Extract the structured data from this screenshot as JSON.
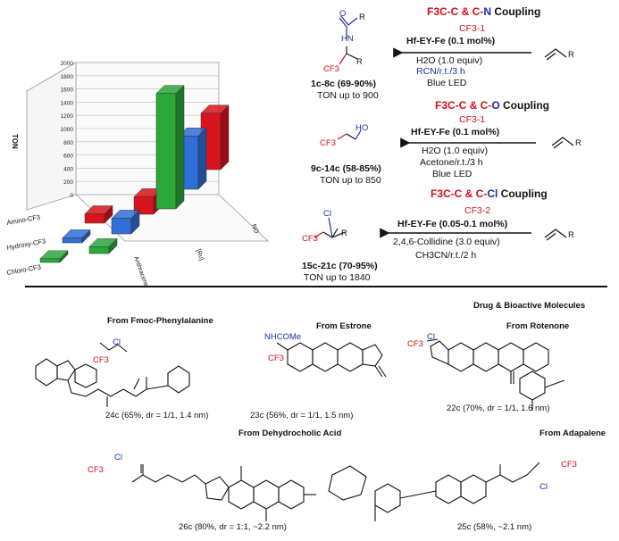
{
  "chart_data": {
    "type": "bar",
    "title": "",
    "ylabel": "TON",
    "ylim": [
      0,
      2000
    ],
    "y_ticks": [
      "0",
      "200",
      "400",
      "600",
      "800",
      "1000",
      "1200",
      "1400",
      "1600",
      "1800",
      "2000"
    ],
    "x_categories": [
      "Anthracene",
      "[Ru]",
      "NO"
    ],
    "rows": [
      "Amino-CF3",
      "Hydroxy-CF3",
      "Chloro-CF3"
    ],
    "series": [
      {
        "name": "Amino-CF3",
        "color": "#d9141c",
        "values": [
          150,
          280,
          900
        ]
      },
      {
        "name": "Hydroxy-CF3",
        "color": "#2f6fd6",
        "values": [
          80,
          250,
          850
        ]
      },
      {
        "name": "Chloro-CF3",
        "color": "#2aa83a",
        "values": [
          60,
          110,
          1840
        ]
      }
    ],
    "grid": true
  },
  "reactions": [
    {
      "heading_prefix": "F3C-C & C-",
      "heading_atom": "N",
      "heading_suffix": " Coupling",
      "reagent": "CF3-1",
      "catalyst": "Hf-EY-Fe (0.1 mol%)",
      "cond1": "H2O (1.0 equiv)",
      "cond2": "RCN/r.t./3 h",
      "cond3": "Blue LED",
      "product_id": "1c-8c (69-90%)",
      "ton": "TON up to 900"
    },
    {
      "heading_prefix": "F3C-C & C-",
      "heading_atom": "O",
      "heading_suffix": " Coupling",
      "reagent": "CF3-1",
      "catalyst": "Hf-EY-Fe (0.1 mol%)",
      "cond1": "H2O (1.0 equiv)",
      "cond2": "Acetone/r.t./3 h",
      "cond3": "Blue LED",
      "product_id": "9c-14c (58-85%)",
      "ton": "TON up to 850"
    },
    {
      "heading_prefix": "F3C-C & C-",
      "heading_atom": "Cl",
      "heading_suffix": " Coupling",
      "reagent": "CF3-2",
      "catalyst": "Hf-EY-Fe (0.05-0.1 mol%)",
      "cond1": "2,4,6-Collidine (3.0 equiv)",
      "cond2": "CH3CN/r.t./2 h",
      "cond3": "",
      "product_id": "15c-21c (70-95%)",
      "ton": "TON up to 1840"
    }
  ],
  "drug_section_title": "Drug & Bioactive Molecules",
  "molecules": [
    {
      "source": "From Rotenone",
      "caption": "22c (70%, dr = 1/1, 1.6 nm)"
    },
    {
      "source": "From Estrone",
      "caption": "23c (56%, dr = 1/1, 1.5 nm)"
    },
    {
      "source": "From Fmoc-Phenylalanine",
      "caption": "24c (65%, dr = 1/1, 1.4 nm)"
    },
    {
      "source": "From Adapalene",
      "caption": "25c (58%, ~2.1 nm)"
    },
    {
      "source": "From Dehydrocholic Acid",
      "caption": "26c (80%, dr = 1:1, ~2.2 nm)"
    }
  ],
  "atom_labels": {
    "R": "R",
    "O": "O",
    "HN": "HN",
    "HO": "HO",
    "Cl": "Cl",
    "CF3": "CF3",
    "H": "H",
    "NHCOMe": "NHCOMe",
    "OMe": "O",
    "N": "N"
  }
}
